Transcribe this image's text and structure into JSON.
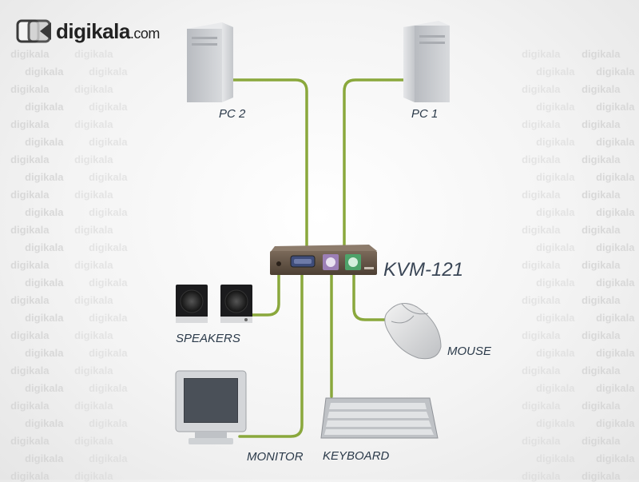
{
  "brand": {
    "logo_text": "digikala",
    "logo_domain": ".com",
    "watermark_text": "digikala"
  },
  "diagram": {
    "device_model": "KVM-121",
    "labels": {
      "pc2": "PC 2",
      "pc1": "PC 1",
      "speakers": "SPEAKERS",
      "mouse": "MOUSE",
      "monitor": "MONITOR",
      "keyboard": "KEYBOARD"
    }
  },
  "colors": {
    "cable": "#8aa83c",
    "tower": "#c9ccd0",
    "device": "#5a4b3e",
    "port_purple": "#9c7fb6",
    "port_green": "#4ea36a",
    "label": "#2b3a4a"
  }
}
